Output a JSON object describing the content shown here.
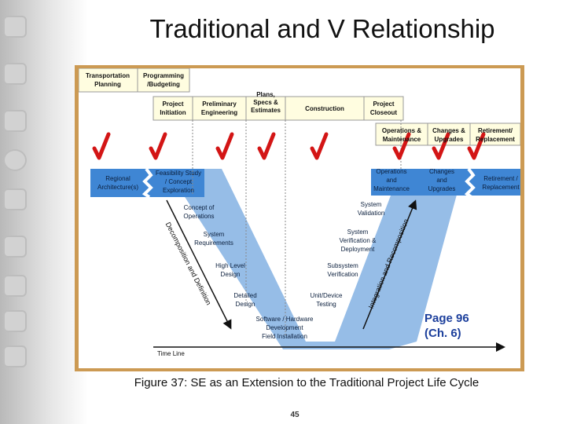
{
  "slide": {
    "title": "Traditional and V Relationship",
    "caption": "Figure 37: SE as an Extension to the Traditional Project Life Cycle",
    "page_number": "45",
    "note_line1": "Page 96",
    "note_line2": "(Ch. 6)"
  },
  "colors": {
    "frame": "#cc9a53",
    "v_blue": "#3f86d4",
    "v_light": "#8fbdeb",
    "header_fill": "#fffde0",
    "checkmark": "#d31515",
    "note_text": "#1c3f9c"
  },
  "phases": {
    "transportation_planning": [
      "Transportation",
      "Planning"
    ],
    "programming_budgeting": [
      "Programming",
      "/Budgeting"
    ],
    "project_initiation": [
      "Project",
      "Initiation"
    ],
    "preliminary_engineering": [
      "Preliminary",
      "Engineering"
    ],
    "plans_specs_estimates": [
      "Plans,",
      "Specs &",
      "Estimates"
    ],
    "construction": [
      "Construction"
    ],
    "project_closeout": [
      "Project",
      "Closeout"
    ],
    "operations_maintenance": [
      "Operations &",
      "Maintenance"
    ],
    "changes_upgrades": [
      "Changes &",
      "Upgrades"
    ],
    "retirement_replacement": [
      "Retirement/",
      "Replacement"
    ]
  },
  "v_boxes": {
    "regional_architecture": [
      "Regional",
      "Architecture(s)"
    ],
    "feasibility_study": [
      "Feasibility Study",
      "/ Concept",
      "Exploration"
    ],
    "concept_of_operations": [
      "Concept of",
      "Operations"
    ],
    "system_requirements": [
      "System",
      "Requirements"
    ],
    "high_level_design": [
      "High Level",
      "Design"
    ],
    "detailed_design": [
      "Detailed",
      "Design"
    ],
    "software_hardware": [
      "Software / Hardware",
      "Development",
      "Field Installation"
    ],
    "unit_device_testing": [
      "Unit/Device",
      "Testing"
    ],
    "subsystem_verification": [
      "Subsystem",
      "Verification"
    ],
    "system_verification": [
      "System",
      "Verification &",
      "Deployment"
    ],
    "system_validation": [
      "System",
      "Validation"
    ],
    "operations_maintenance": [
      "Operations",
      "and",
      "Maintenance"
    ],
    "changes_upgrades": [
      "Changes",
      "and",
      "Upgrades"
    ],
    "retirement_replacement": [
      "Retirement /",
      "Replacement"
    ]
  },
  "labels": {
    "decomposition": "Decomposition and Definition",
    "integration": "Integration and Recomposition",
    "timeline": "Time Line"
  },
  "check_icon": "checkmark-icon"
}
